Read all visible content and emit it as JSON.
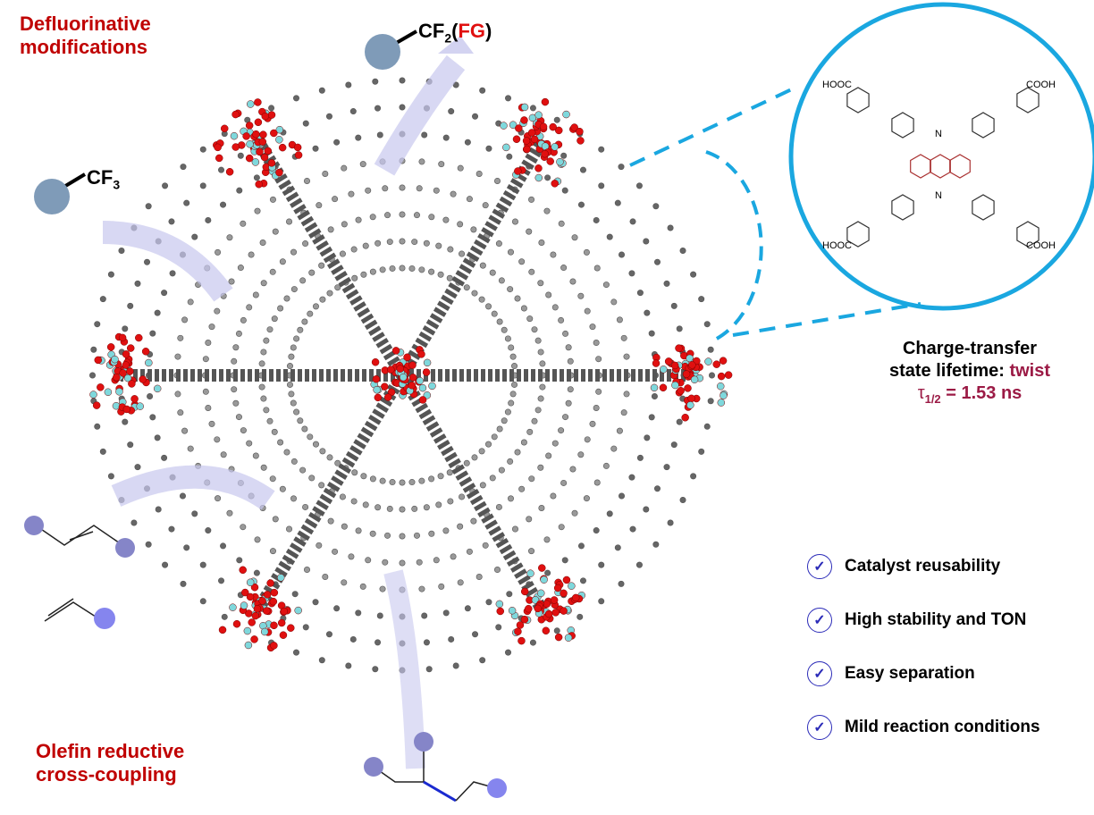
{
  "labels": {
    "defluorinative": [
      "Defluorinative",
      "modifications"
    ],
    "olefin": [
      "Olefin reductive",
      "cross-coupling"
    ],
    "cf3": "CF",
    "cf3_sub": "3",
    "cf2": "CF",
    "cf2_sub": "2",
    "cf2_open": "(",
    "fg": "FG",
    "cf2_close": ")"
  },
  "inset": {
    "groups": [
      "HOOC",
      "COOH",
      "HOOC",
      "COOH"
    ],
    "nitrogen": "N"
  },
  "charge_transfer": {
    "line1": "Charge-transfer",
    "line2": "state lifetime: ",
    "twist": "twist",
    "tau": "τ",
    "tau_sub": "1/2",
    "value": " = 1.53 ns"
  },
  "checklist": [
    "Catalyst reusability",
    "High stability and TON",
    "Easy separation",
    "Mild reaction conditions"
  ],
  "colors": {
    "red": "#c00000",
    "maroon": "#9b1a45",
    "cyan": "#1aa7e0",
    "check": "#2b2bb8",
    "substrate": "#7f9bb8",
    "olefin": "#8585c8"
  }
}
